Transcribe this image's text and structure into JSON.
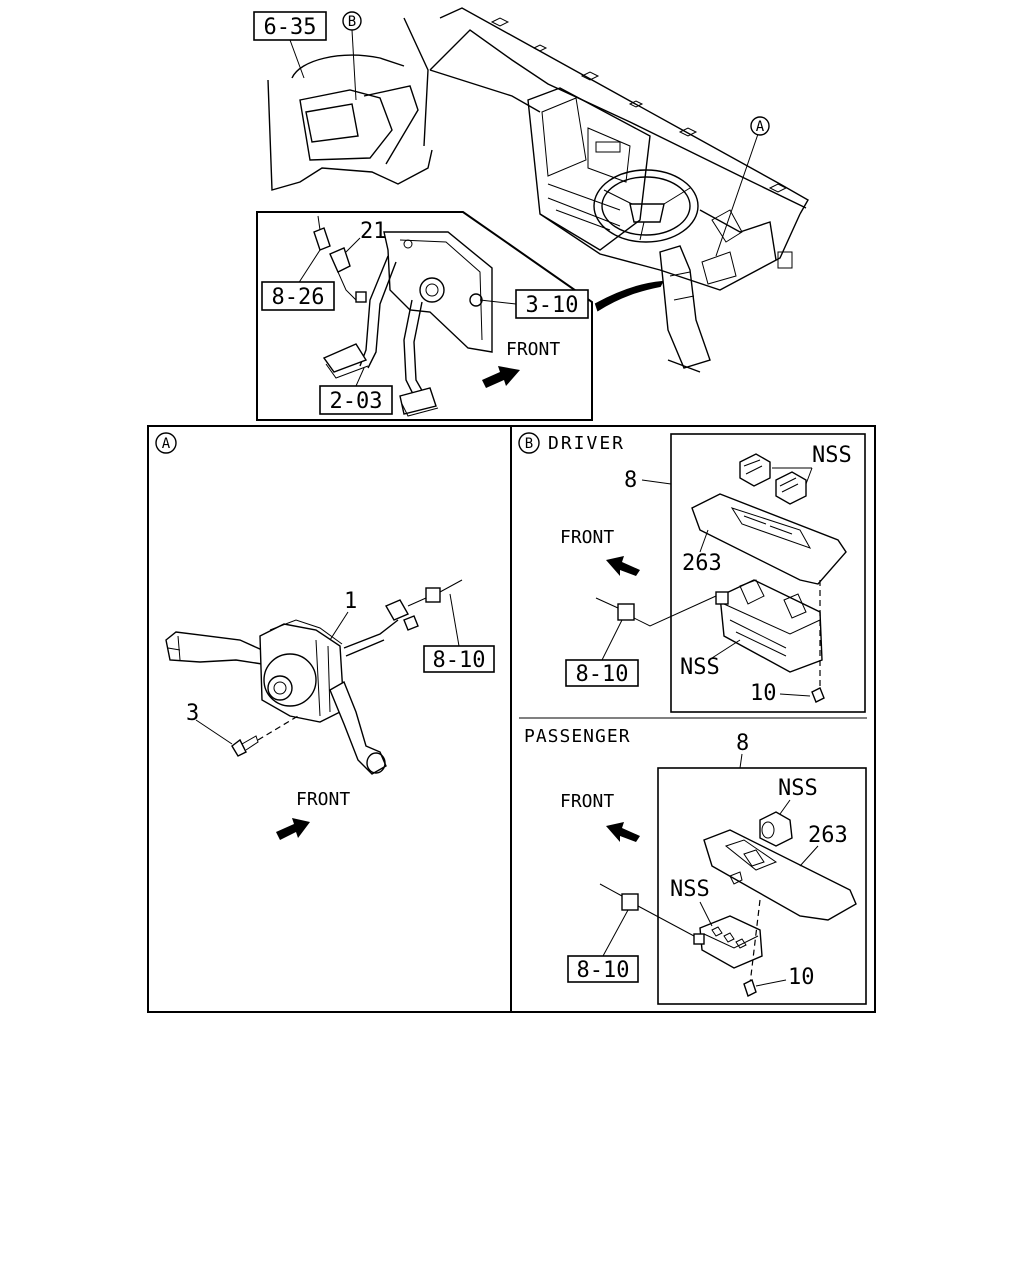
{
  "labels": {
    "ref_6_35": "6-35",
    "callout_b": "B",
    "callout_a": "A",
    "ref_8_26": "8-26",
    "num_21": "21",
    "ref_3_10": "3-10",
    "front": "FRONT",
    "ref_2_03": "2-03",
    "num_1": "1",
    "num_3": "3",
    "ref_8_10": "8-10",
    "driver": "DRIVER",
    "passenger": "PASSENGER",
    "num_8": "8",
    "nss": "NSS",
    "num_263": "263",
    "num_10": "10"
  }
}
